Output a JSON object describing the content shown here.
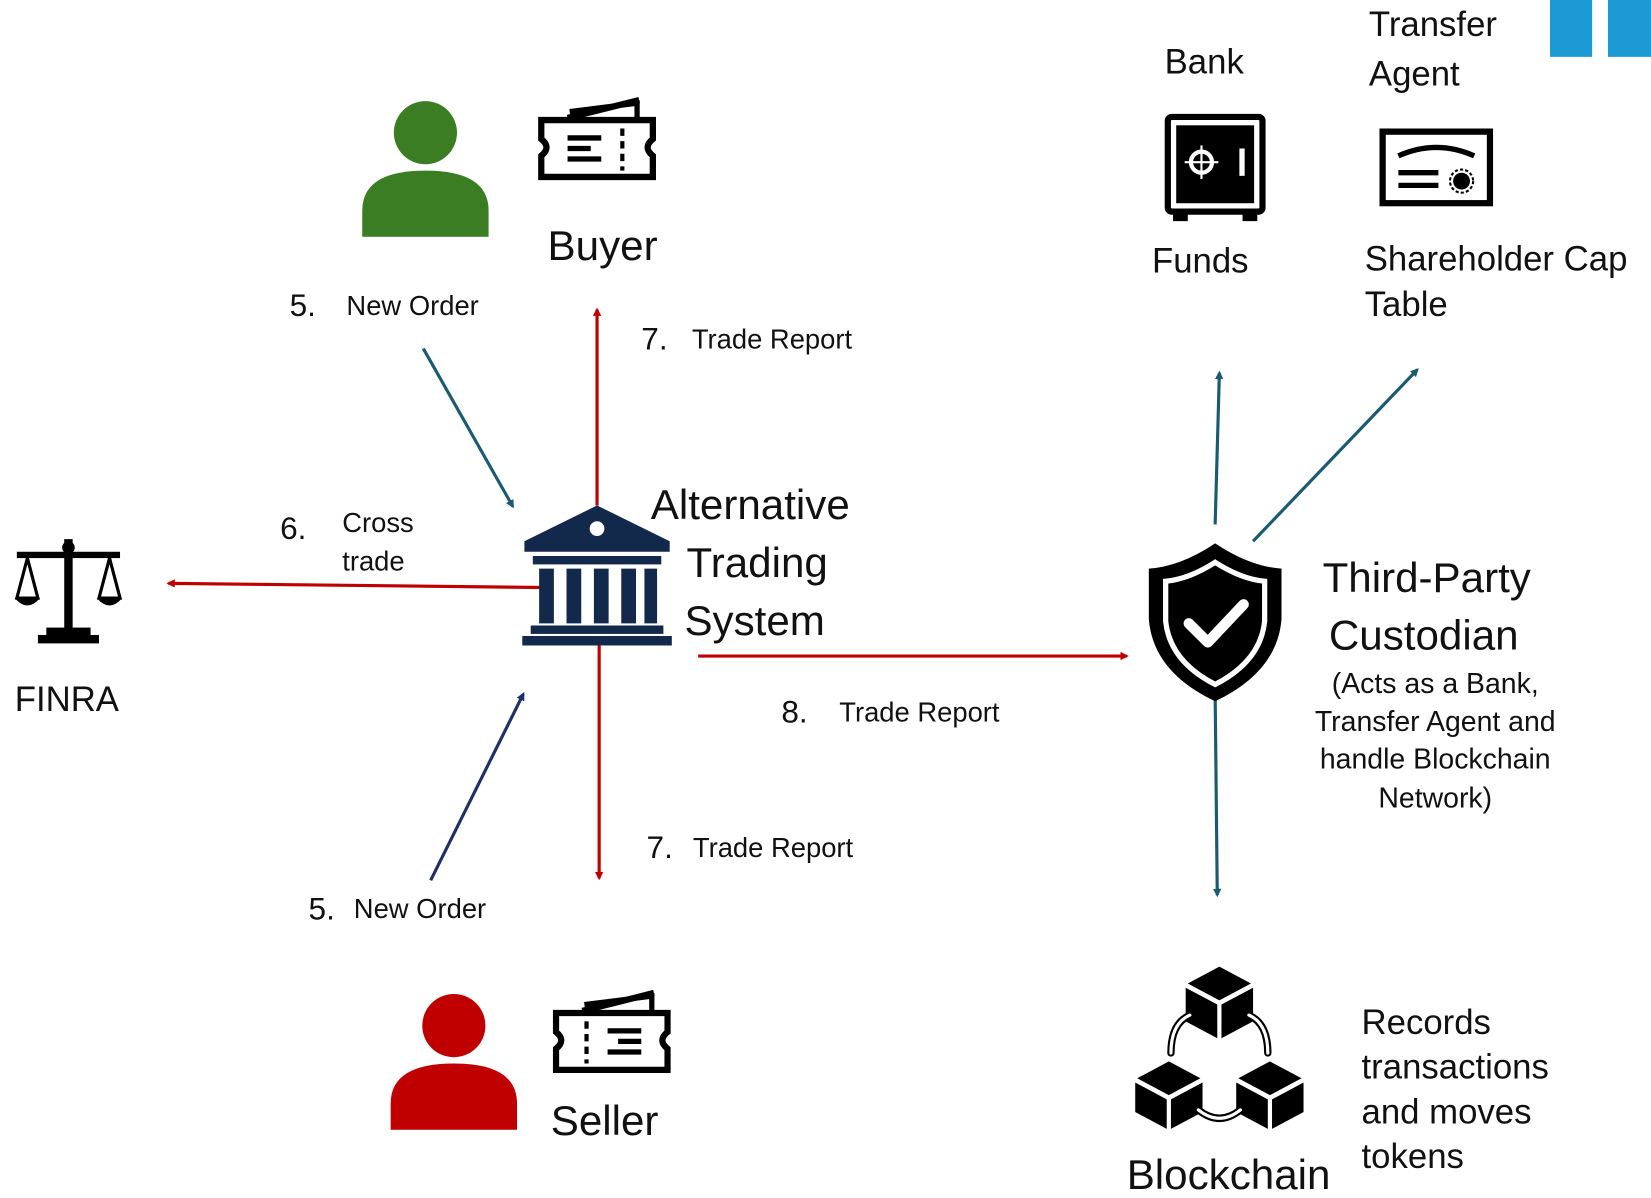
{
  "nodes": {
    "buyer": {
      "label": "Buyer"
    },
    "seller": {
      "label": "Seller"
    },
    "ats": {
      "lines": [
        "Alternative",
        "Trading",
        "System"
      ]
    },
    "finra": {
      "label": "FINRA"
    },
    "custodian": {
      "title_lines": [
        "Third-Party",
        "Custodian"
      ],
      "note_lines": [
        "(Acts as a Bank,",
        "Transfer Agent and",
        "handle Blockchain",
        "Network)"
      ]
    },
    "bank": {
      "title": "Bank",
      "label": "Funds"
    },
    "transfer_agent": {
      "title_lines": [
        "Transfer",
        "Agent"
      ],
      "label_lines": [
        "Shareholder Cap",
        "Table"
      ]
    },
    "blockchain": {
      "label": "Blockchain",
      "note_lines": [
        "Records",
        "transactions",
        "and moves",
        "tokens"
      ]
    }
  },
  "edges": {
    "buyer_order": {
      "num": "5.",
      "label": "New Order"
    },
    "seller_order": {
      "num": "5.",
      "label": "New Order"
    },
    "cross": {
      "num": "6.",
      "label_lines": [
        "Cross",
        "trade"
      ]
    },
    "report_buyer": {
      "num": "7.",
      "label": "Trade Report"
    },
    "report_seller": {
      "num": "7.",
      "label": "Trade Report"
    },
    "report_custodian": {
      "num": "8.",
      "label": "Trade Report"
    }
  },
  "colors": {
    "buyer": "#3a7d22",
    "seller": "#c00000",
    "ats": "#13294b",
    "red_arrow": "#c00000",
    "teal_arrow": "#1b5a73",
    "navy_arrow": "#1f3066",
    "accent_blue": "#1b9ad6"
  }
}
